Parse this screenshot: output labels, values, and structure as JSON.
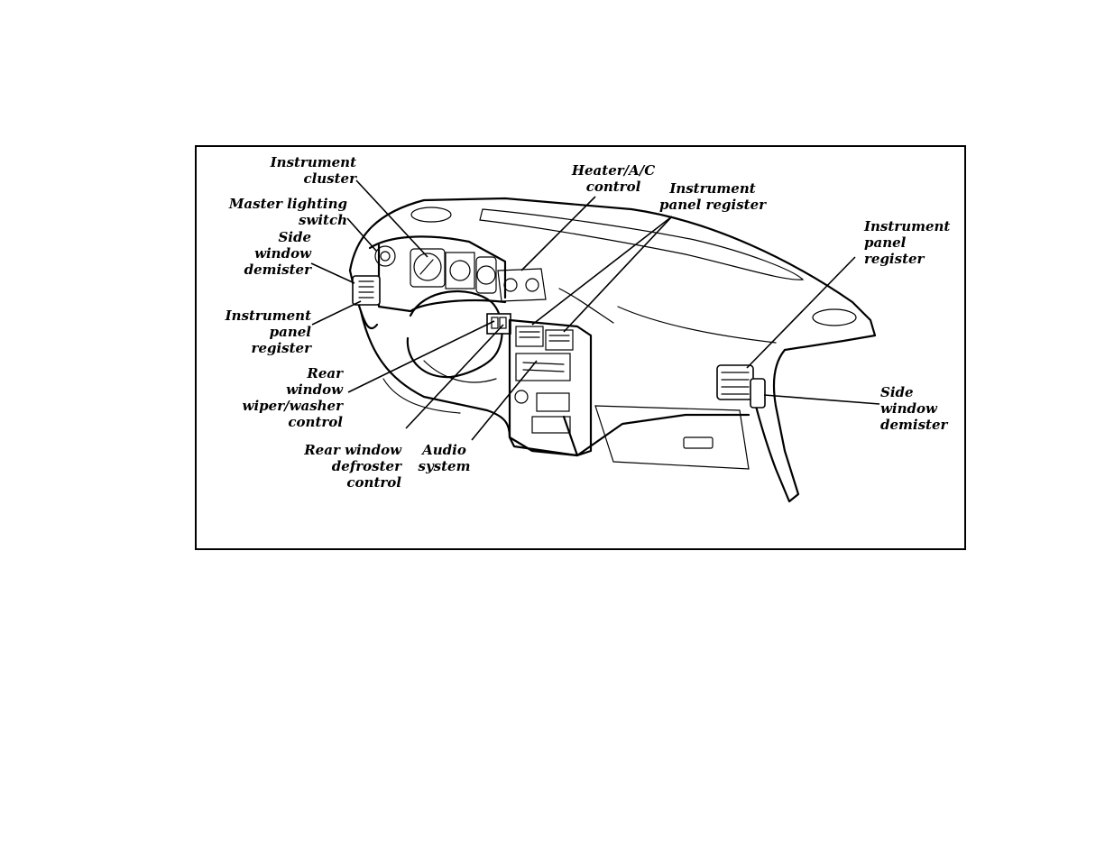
{
  "diagram": {
    "labels": {
      "instrument_cluster": "Instrument\ncluster",
      "master_lighting_switch": "Master lighting\nswitch",
      "side_window_demister_left": "Side\nwindow\ndemister",
      "instrument_panel_register_left": "Instrument\npanel\nregister",
      "rear_window_wiper_washer_control": "Rear\nwindow\nwiper/washer\ncontrol",
      "rear_window_defroster_control": "Rear window\ndefroster\ncontrol",
      "audio_system": "Audio\nsystem",
      "heater_ac_control": "Heater/A/C\ncontrol",
      "instrument_panel_register_center": "Instrument\npanel register",
      "instrument_panel_register_right": "Instrument\npanel\nregister",
      "side_window_demister_right": "Side\nwindow\ndemister"
    }
  }
}
